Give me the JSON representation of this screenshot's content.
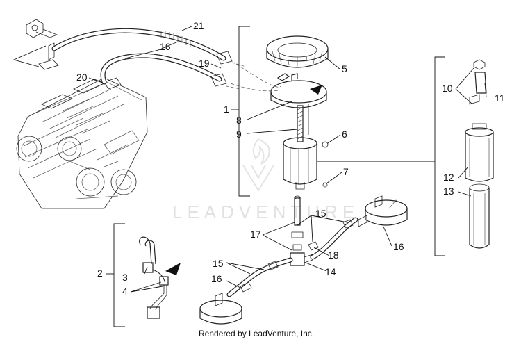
{
  "diagram": {
    "callouts": [
      {
        "id": "c1",
        "text": "1"
      },
      {
        "id": "c2",
        "text": "2"
      },
      {
        "id": "c3",
        "text": "3"
      },
      {
        "id": "c4",
        "text": "4"
      },
      {
        "id": "c5",
        "text": "5"
      },
      {
        "id": "c6",
        "text": "6"
      },
      {
        "id": "c7",
        "text": "7"
      },
      {
        "id": "c8",
        "text": "8"
      },
      {
        "id": "c9",
        "text": "9"
      },
      {
        "id": "c10",
        "text": "10"
      },
      {
        "id": "c11",
        "text": "11"
      },
      {
        "id": "c12",
        "text": "12"
      },
      {
        "id": "c13",
        "text": "13"
      },
      {
        "id": "c14",
        "text": "14"
      },
      {
        "id": "c15a",
        "text": "15"
      },
      {
        "id": "c15b",
        "text": "15"
      },
      {
        "id": "c16a",
        "text": "16"
      },
      {
        "id": "c16b",
        "text": "16"
      },
      {
        "id": "c16c",
        "text": "16"
      },
      {
        "id": "c17",
        "text": "17"
      },
      {
        "id": "c18",
        "text": "18"
      },
      {
        "id": "c19",
        "text": "19"
      },
      {
        "id": "c20",
        "text": "20"
      },
      {
        "id": "c21",
        "text": "21"
      }
    ]
  },
  "watermark": "LEADVENTURE",
  "credit": "Rendered by LeadVenture, Inc.",
  "colors": {
    "line": "#222222",
    "watermark": "#e1e1e1",
    "background": "#ffffff"
  }
}
